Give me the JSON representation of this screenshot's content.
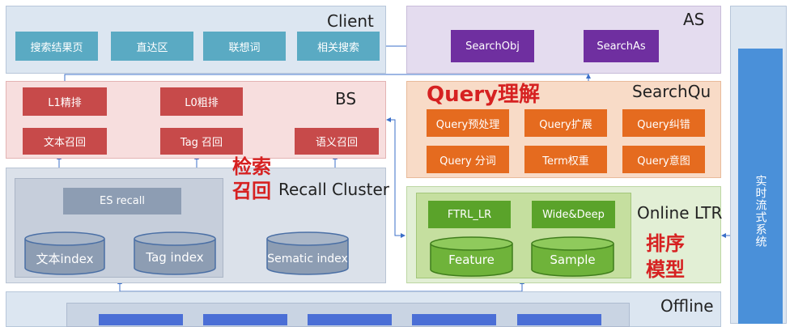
{
  "client": {
    "title": "Client",
    "buttons": [
      "搜索结果页",
      "直达区",
      "联想词",
      "相关搜索"
    ]
  },
  "as": {
    "title": "AS",
    "buttons": [
      "SearchObj",
      "SearchAs"
    ]
  },
  "bs": {
    "title": "BS",
    "rank_buttons": [
      "L1精排",
      "L0粗排"
    ],
    "recall_buttons": [
      "文本召回",
      "Tag 召回",
      "语义召回"
    ]
  },
  "query_understanding": {
    "title_cn": "Query理解",
    "title": "SearchQu",
    "buttons": [
      "Query预处理",
      "Query扩展",
      "Query纠错",
      "Query 分词",
      "Term权重",
      "Query意图"
    ]
  },
  "recall_cluster": {
    "title_cn_line1": "检索",
    "title_cn_line2": "召回",
    "title": "Recall Cluster",
    "es_recall": "ES recall",
    "indexes": [
      "文本index",
      "Tag index",
      "Sematic index"
    ]
  },
  "online_ltr": {
    "title": "Online LTR",
    "title_cn_line1": "排序",
    "title_cn_line2": "模型",
    "buttons": [
      "FTRL_LR",
      "Wide&Deep"
    ],
    "stores": [
      "Feature",
      "Sample"
    ]
  },
  "realtime": {
    "label": "实时流式系统"
  },
  "offline": {
    "title": "Offline"
  },
  "colors": {
    "client_bg": "#dce6f1",
    "as_bg": "#e4dcef",
    "bs_bg": "#f7dede",
    "query_bg": "#f8dbc7",
    "recall_bg": "#dbe1ea",
    "ltr_bg": "#e2efd5",
    "offline_bg": "#dce6f1",
    "realtime_bar": "#4a90d9"
  }
}
